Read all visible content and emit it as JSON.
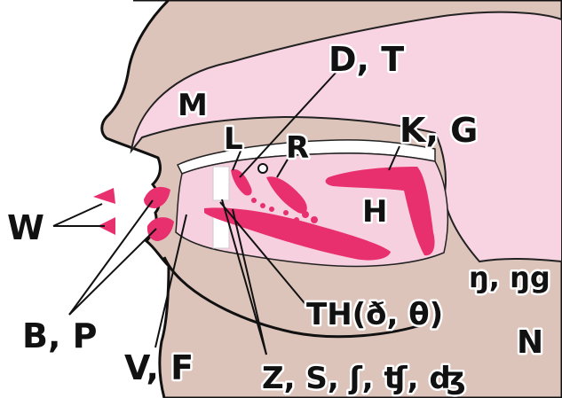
{
  "diagram": {
    "labels": {
      "m": "M",
      "dt": "D, T",
      "l": "L",
      "r": "R",
      "kg": "K, G",
      "h": "H",
      "w": "W",
      "ng": "ŋ, ŋg",
      "th": "TH(ð, θ)",
      "n": "N",
      "bp": "B, P",
      "vf": "V, F",
      "zs": "Z, S, ʃ, ʧ, ʤ"
    },
    "colors": {
      "skin": "#ddc4bb",
      "nasal": "#f8d3e2",
      "mouth": "#f6d0df",
      "articulator": "#e8306e",
      "outline": "#111111",
      "teeth": "#ffffff"
    }
  }
}
